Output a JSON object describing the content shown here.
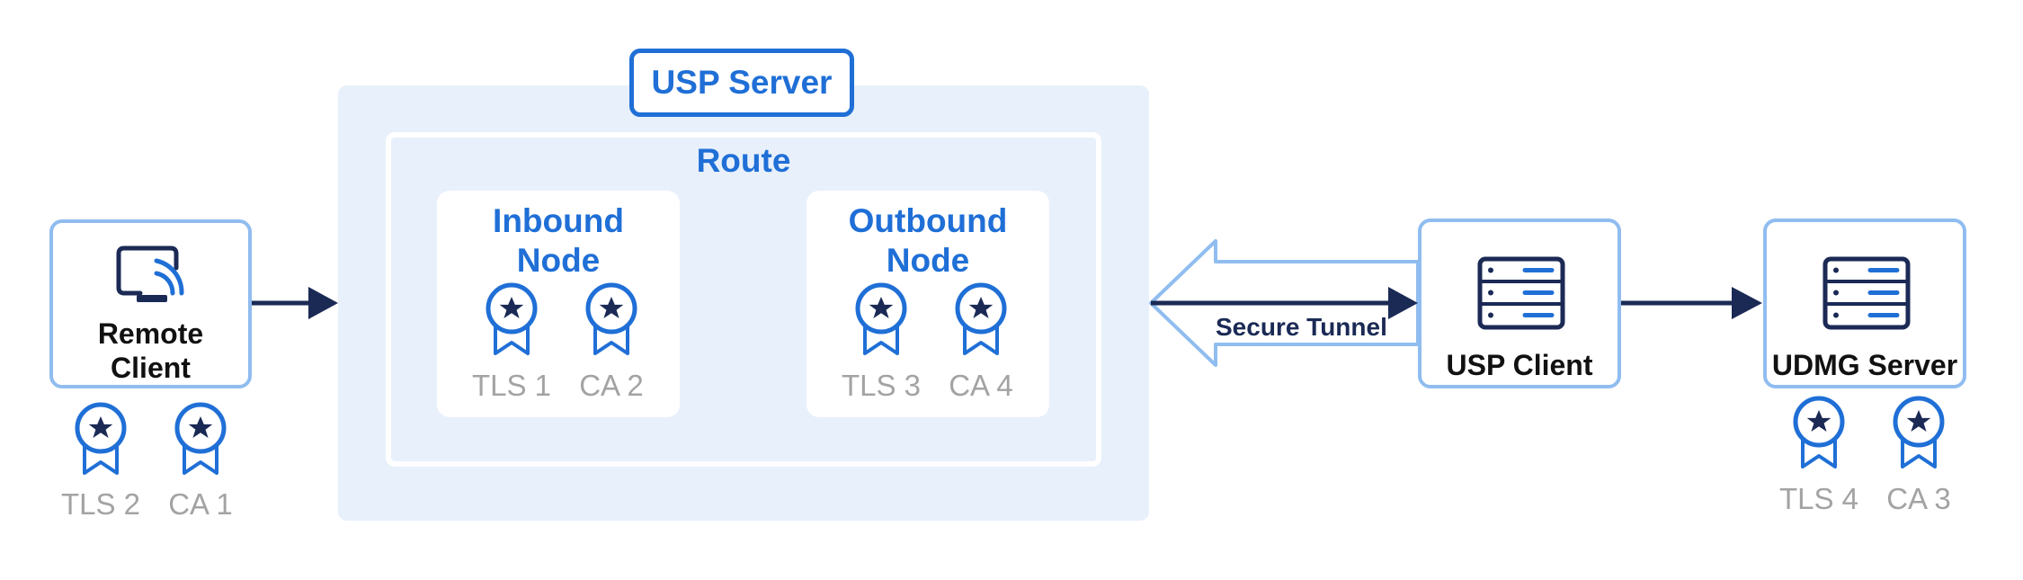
{
  "server": {
    "title": "USP Server"
  },
  "route": {
    "label": "Route"
  },
  "inbound": {
    "title_line1": "Inbound",
    "title_line2": "Node",
    "certs": [
      "TLS 1",
      "CA 2"
    ]
  },
  "outbound": {
    "title_line1": "Outbound",
    "title_line2": "Node",
    "certs": [
      "TLS 3",
      "CA 4"
    ]
  },
  "remote_client": {
    "label_line1": "Remote",
    "label_line2": "Client",
    "certs": [
      "TLS 2",
      "CA 1"
    ]
  },
  "usp_client": {
    "label": "USP Client"
  },
  "udmg_server": {
    "label": "UDMG Server",
    "certs": [
      "TLS 4",
      "CA 3"
    ]
  },
  "tunnel": {
    "label": "Secure Tunnel"
  },
  "colors": {
    "accent_blue": "#1f6fd6",
    "dark_navy": "#1b2a55",
    "panel_bg": "#e8f0fb",
    "card_border": "#90bdf0",
    "label_gray": "#a3a3a3"
  },
  "icons": {
    "cert": "award-badge-icon",
    "remote_client": "cast-monitor-icon",
    "servers": "server-rack-icon"
  }
}
